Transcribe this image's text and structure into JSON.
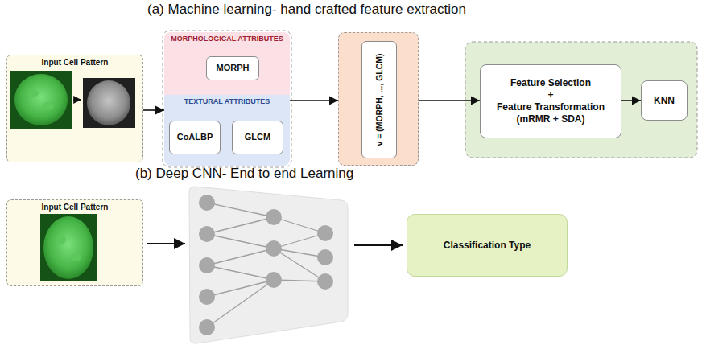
{
  "diagram": {
    "nodes": [
      {
        "text": [
          "Input Cell Pattern"
        ]
      },
      {
        "text": [
          "MORPHOLOGICAL ATTRIBUTES"
        ]
      },
      {
        "text": [
          "MORPH"
        ],
        "in": 1
      },
      {
        "text": [
          "TEXTURAL ATTRIBUTES"
        ]
      },
      {
        "text": [
          "CoALBP"
        ],
        "in": 3
      },
      {
        "text": [
          "GLCM"
        ],
        "in": 3
      },
      {
        "text": [
          "v = (MORPH, ..., GLCM)"
        ]
      },
      {
        "text": [
          "Feature Selection",
          "+",
          "Feature Transformation (mRMR + SDA)"
        ]
      },
      {
        "text": [
          "KNN"
        ]
      },
      {
        "text": [
          "Input Cell Pattern"
        ]
      },
      {
        "text": [
          "Classification Type"
        ]
      }
    ],
    "edges": [
      {
        "from": 0,
        "to": 3,
        "arrow": "to"
      },
      {
        "from": 3,
        "to": 6,
        "arrow": "to"
      },
      {
        "from": 6,
        "to": 7,
        "arrow": "to"
      },
      {
        "from": 7,
        "to": 8,
        "arrow": "to"
      }
    ],
    "labels": [
      "(a) Machine learning- hand crafted feature extraction",
      "(b) Deep CNN- End to end Learning"
    ]
  }
}
